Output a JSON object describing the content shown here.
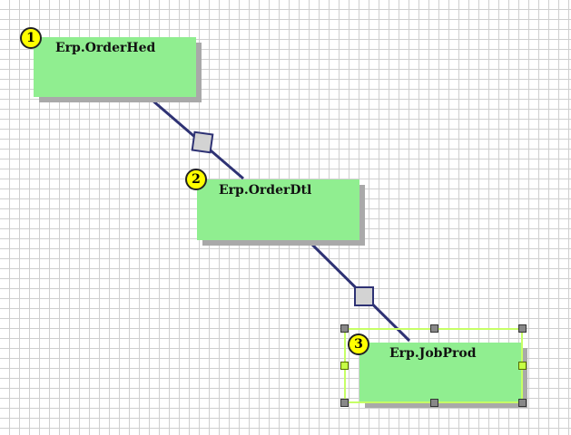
{
  "diagram": {
    "tables": [
      {
        "name": "Erp.OrderHed",
        "order": "1"
      },
      {
        "name": "Erp.OrderDtl",
        "order": "2"
      },
      {
        "name": "Erp.JobProd",
        "order": "3"
      }
    ],
    "relations": [
      {
        "from": "Erp.OrderHed",
        "to": "Erp.OrderDtl"
      },
      {
        "from": "Erp.OrderDtl",
        "to": "Erp.JobProd"
      }
    ],
    "selected_table": "Erp.JobProd",
    "colors": {
      "table_fill": "#90ee90",
      "table_shadow": "#a9a9a9",
      "badge_fill": "#ffff00",
      "connector": "#2e3274",
      "connector_box": "#d3d3d3",
      "selection": "#c6ff66"
    }
  }
}
